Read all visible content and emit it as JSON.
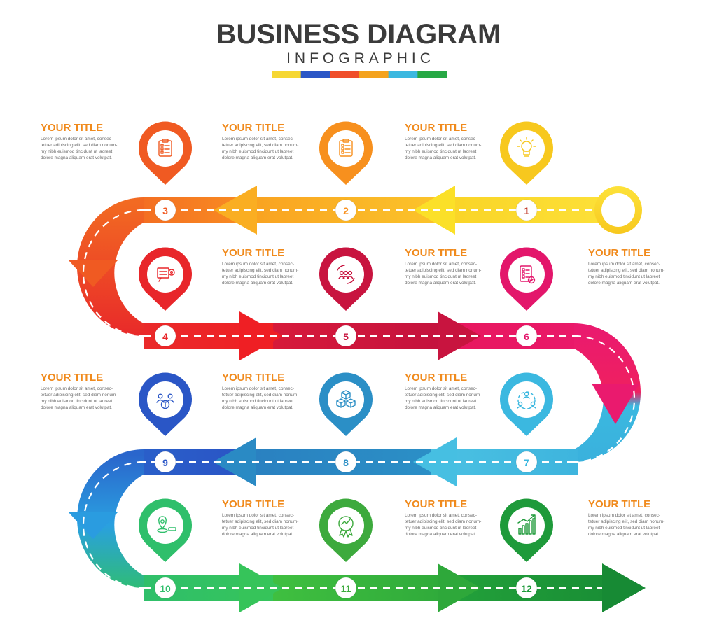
{
  "header": {
    "title": "BUSINESS DIAGRAM",
    "subtitle": "INFOGRAPHIC",
    "color_bar": [
      "#f6d733",
      "#2a56c6",
      "#f04e2a",
      "#f4a21c",
      "#3bb8e0",
      "#27a844"
    ]
  },
  "steps": [
    {
      "number": "1",
      "icon": "lightbulb-icon",
      "color": "#f7c81e"
    },
    {
      "number": "2",
      "icon": "clipboard-checklist-icon",
      "color": "#f7901e"
    },
    {
      "number": "3",
      "icon": "clipboard-checklist-icon",
      "color": "#f05a22"
    },
    {
      "number": "4",
      "icon": "presentation-board-icon",
      "color": "#e8262a"
    },
    {
      "number": "5",
      "icon": "team-cycle-icon",
      "color": "#c8143f"
    },
    {
      "number": "6",
      "icon": "checklist-document-icon",
      "color": "#e3166b"
    },
    {
      "number": "7",
      "icon": "team-network-icon",
      "color": "#3bb8e0"
    },
    {
      "number": "8",
      "icon": "boxes-icon",
      "color": "#2b8fc6"
    },
    {
      "number": "9",
      "icon": "money-team-icon",
      "color": "#2a56c6"
    },
    {
      "number": "10",
      "icon": "location-pin-icon",
      "color": "#2fbf6b"
    },
    {
      "number": "11",
      "icon": "award-badge-icon",
      "color": "#3daa3d"
    },
    {
      "number": "12",
      "icon": "growth-chart-icon",
      "color": "#1e9a3a"
    }
  ],
  "text_blocks": [
    {
      "title": "YOUR TITLE",
      "lines": [
        "Lorem ipsum dolor sit amet, consec-",
        "tetuer adipiscing elit, sed diam nonum-",
        "my nibh euismod tincidunt ut laoreet",
        "dolore magna aliquam erat volutpat."
      ]
    },
    {
      "title": "YOUR TITLE",
      "lines": [
        "Lorem ipsum dolor sit amet, consec-",
        "tetuer adipiscing elit, sed diam nonum-",
        "my nibh euismod tincidunt ut laoreet",
        "dolore magna aliquam erat volutpat."
      ]
    },
    {
      "title": "YOUR TITLE",
      "lines": [
        "Lorem ipsum dolor sit amet, consec-",
        "tetuer adipiscing elit, sed diam nonum-",
        "my nibh euismod tincidunt ut laoreet",
        "dolore magna aliquam erat volutpat."
      ]
    },
    {
      "title": "YOUR TITLE",
      "lines": [
        "Lorem ipsum dolor sit amet, consec-",
        "tetuer adipiscing elit, sed diam nonum-",
        "my nibh euismod tincidunt ut laoreet",
        "dolore magna aliquam erat volutpat."
      ]
    },
    {
      "title": "YOUR TITLE",
      "lines": [
        "Lorem ipsum dolor sit amet, consec-",
        "tetuer adipiscing elit, sed diam nonum-",
        "my nibh euismod tincidunt ut laoreet",
        "dolore magna aliquam erat volutpat."
      ]
    },
    {
      "title": "YOUR TITLE",
      "lines": [
        "Lorem ipsum dolor sit amet, consec-",
        "tetuer adipiscing elit, sed diam nonum-",
        "my nibh euismod tincidunt ut laoreet",
        "dolore magna aliquam erat volutpat."
      ]
    },
    {
      "title": "YOUR TITLE",
      "lines": [
        "Lorem ipsum dolor sit amet, consec-",
        "tetuer adipiscing elit, sed diam nonum-",
        "my nibh euismod tincidunt ut laoreet",
        "dolore magna aliquam erat volutpat."
      ]
    },
    {
      "title": "YOUR TITLE",
      "lines": [
        "Lorem ipsum dolor sit amet, consec-",
        "tetuer adipiscing elit, sed diam nonum-",
        "my nibh euismod tincidunt ut laoreet",
        "dolore magna aliquam erat volutpat."
      ]
    },
    {
      "title": "YOUR TITLE",
      "lines": [
        "Lorem ipsum dolor sit amet, consec-",
        "tetuer adipiscing elit, sed diam nonum-",
        "my nibh euismod tincidunt ut laoreet",
        "dolore magna aliquam erat volutpat."
      ]
    },
    {
      "title": "YOUR TITLE",
      "lines": [
        "Lorem ipsum dolor sit amet, consec-",
        "tetuer adipiscing elit, sed diam nonum-",
        "my nibh euismod tincidunt ut laoreet",
        "dolore magna aliquam erat volutpat."
      ]
    },
    {
      "title": "YOUR TITLE",
      "lines": [
        "Lorem ipsum dolor sit amet, consec-",
        "tetuer adipiscing elit, sed diam nonum-",
        "my nibh euismod tincidunt ut laoreet",
        "dolore magna aliquam erat volutpat."
      ]
    },
    {
      "title": "YOUR TITLE",
      "lines": [
        "Lorem ipsum dolor sit amet, consec-",
        "tetuer adipiscing elit, sed diam nonum-",
        "my nibh euismod tincidunt ut laoreet",
        "dolore magna aliquam erat volutpat."
      ]
    }
  ],
  "colors": {
    "title_text": "#f08a1c",
    "body_text": "#6b6b6b",
    "heading_text": "#3b3b3b",
    "number_text": "#c0392b"
  }
}
